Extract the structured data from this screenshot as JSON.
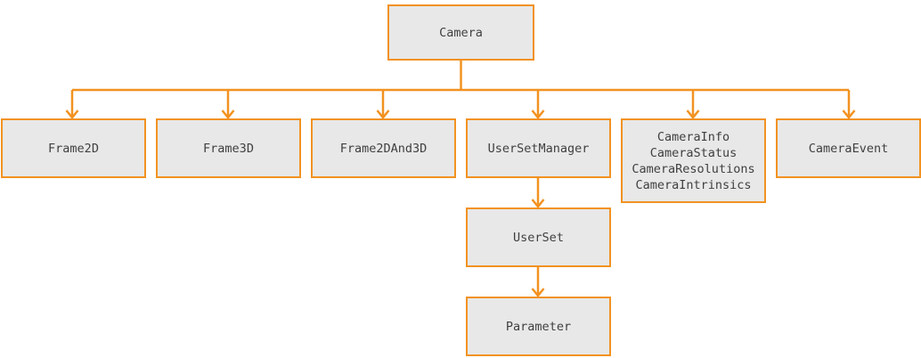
{
  "diagram": {
    "type": "hierarchy-tree",
    "title": "Camera",
    "colors": {
      "node_border": "#f29221",
      "node_fill": "#e8e8e8",
      "edge": "#f29221",
      "text": "#404040",
      "background": "#ffffff"
    },
    "root": {
      "id": "camera",
      "label": "Camera"
    },
    "children": [
      {
        "id": "frame2d",
        "label": "Frame2D"
      },
      {
        "id": "frame3d",
        "label": "Frame3D"
      },
      {
        "id": "frame2dand3d",
        "label": "Frame2DAnd3D"
      },
      {
        "id": "usersetmanager",
        "label": "UserSetManager"
      },
      {
        "id": "camerainfo-group",
        "label": "CameraInfo\nCameraStatus\nCameraResolutions\nCameraIntrinsics"
      },
      {
        "id": "cameraevent",
        "label": "CameraEvent"
      }
    ],
    "descendants": [
      {
        "id": "userset",
        "label": "UserSet",
        "parent": "usersetmanager"
      },
      {
        "id": "parameter",
        "label": "Parameter",
        "parent": "userset"
      }
    ]
  }
}
